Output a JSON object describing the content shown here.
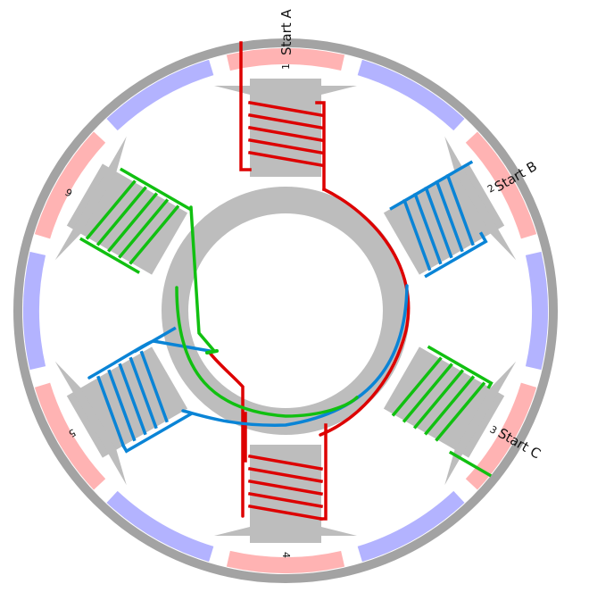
{
  "colors": {
    "frame": "#a3a3a3",
    "iron": "#bdbdbd",
    "magnet_red": "#ffb3b3",
    "magnet_blue": "#b3b3ff",
    "phase_a": "#dd0000",
    "phase_b": "#0a84d6",
    "phase_c": "#11c011",
    "background": "#ffffff"
  },
  "labels": {
    "start_a": "Start A",
    "start_b": "Start B",
    "start_c": "Start C",
    "tooth_1": "1",
    "tooth_2": "2",
    "tooth_3": "3",
    "tooth_4": "4",
    "tooth_5": "5",
    "tooth_6": "6"
  },
  "diagram": {
    "teeth": 6,
    "magnet_segments": 12,
    "phases": [
      "A",
      "B",
      "C"
    ]
  }
}
